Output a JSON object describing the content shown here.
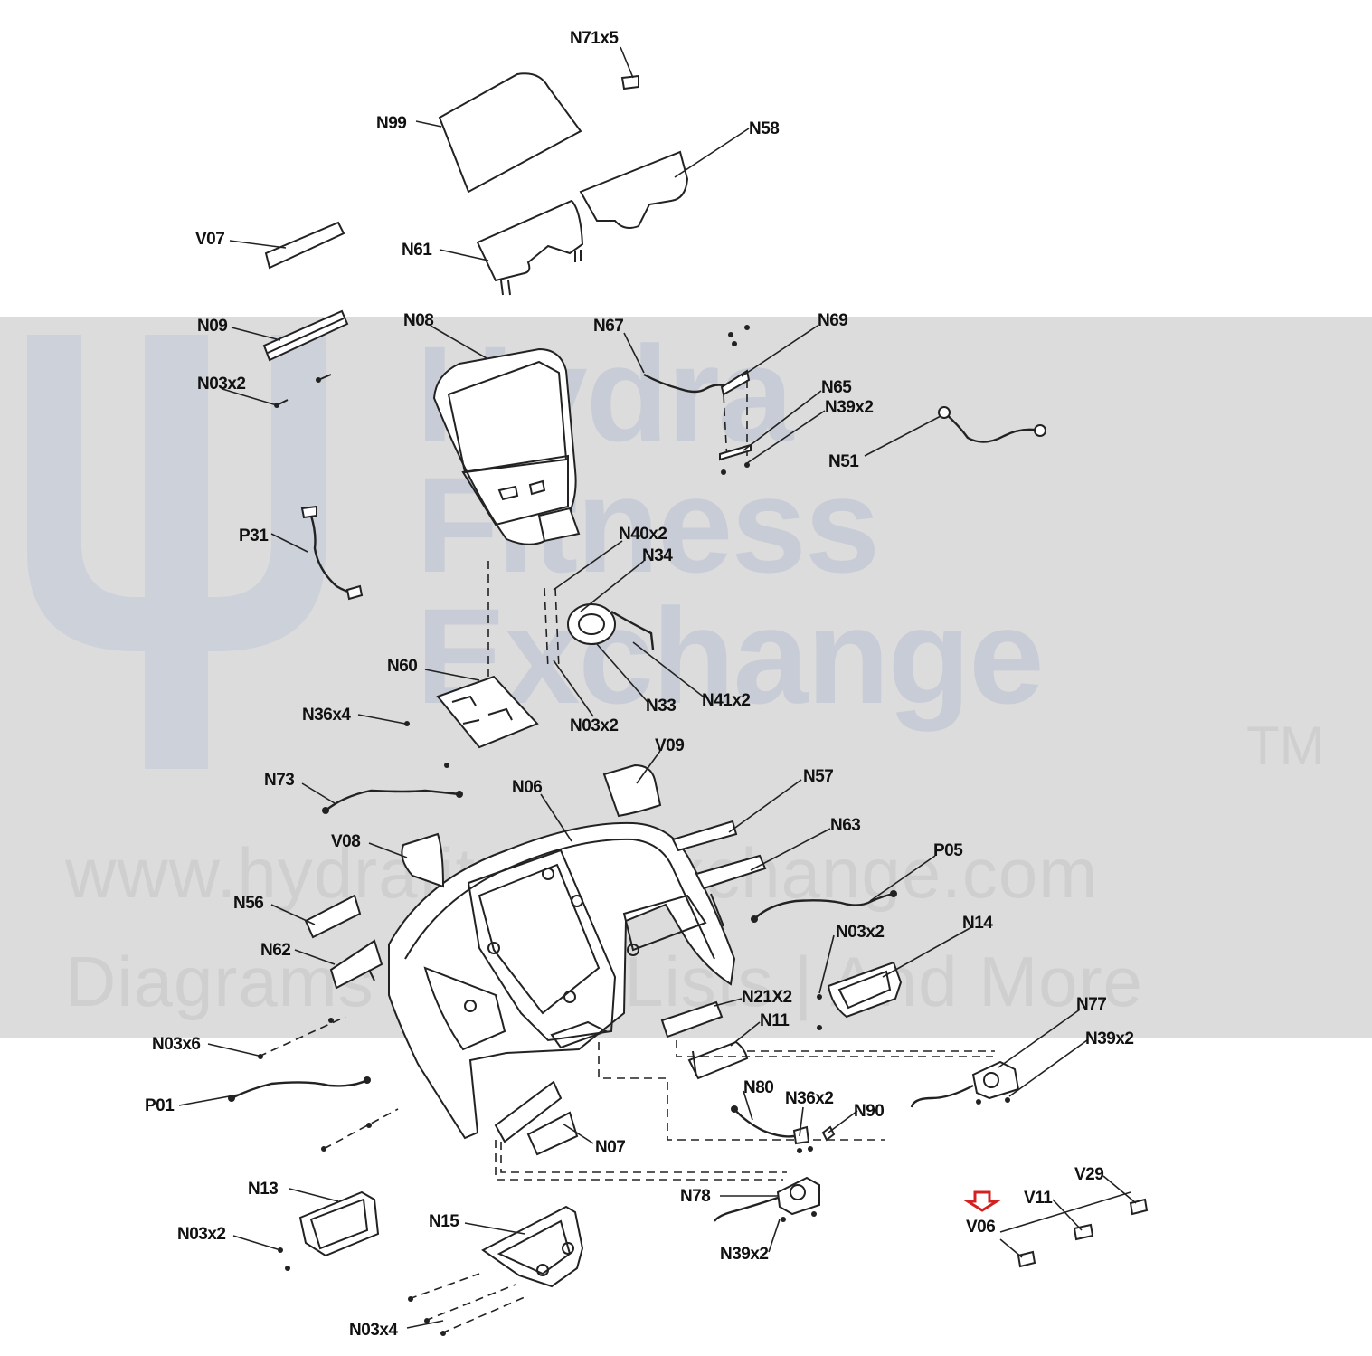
{
  "watermark": {
    "logo_name": "hydra-fitness-logo",
    "words": [
      "Hydra",
      "Fitness",
      "Exchange"
    ],
    "trademark": "TM",
    "url": "www.hydrafitnessexchange.com",
    "tagline": "Diagrams | Parts Lists | And More"
  },
  "labels": {
    "n71x5": "N71x5",
    "n99": "N99",
    "n58": "N58",
    "v07": "V07",
    "n61": "N61",
    "n09": "N09",
    "n08": "N08",
    "n67": "N67",
    "n69": "N69",
    "n03x2_a": "N03x2",
    "n65": "N65",
    "n39x2_a": "N39x2",
    "n51": "N51",
    "p31": "P31",
    "n40x2": "N40x2",
    "n34": "N34",
    "n60": "N60",
    "n36x4": "N36x4",
    "n33": "N33",
    "n41x2": "N41x2",
    "n03x2_b": "N03x2",
    "v09": "V09",
    "n73": "N73",
    "n06": "N06",
    "n57": "N57",
    "v08": "V08",
    "n63": "N63",
    "p05": "P05",
    "n56": "N56",
    "n03x2_c": "N03x2",
    "n14": "N14",
    "n62": "N62",
    "n21x2": "N21X2",
    "n11": "N11",
    "n77": "N77",
    "n03x6": "N03x6",
    "n39x2_b": "N39x2",
    "p01": "P01",
    "n80": "N80",
    "n36x2": "N36x2",
    "n90": "N90",
    "n07": "N07",
    "n13": "N13",
    "n78": "N78",
    "v29": "V29",
    "v11": "V11",
    "n15": "N15",
    "n03x2_d": "N03x2",
    "v06": "V06",
    "n39x2_c": "N39x2",
    "n03x4": "N03x4"
  },
  "highlight": {
    "target": "V06",
    "color": "#d42020",
    "icon": "down-arrow-icon"
  }
}
